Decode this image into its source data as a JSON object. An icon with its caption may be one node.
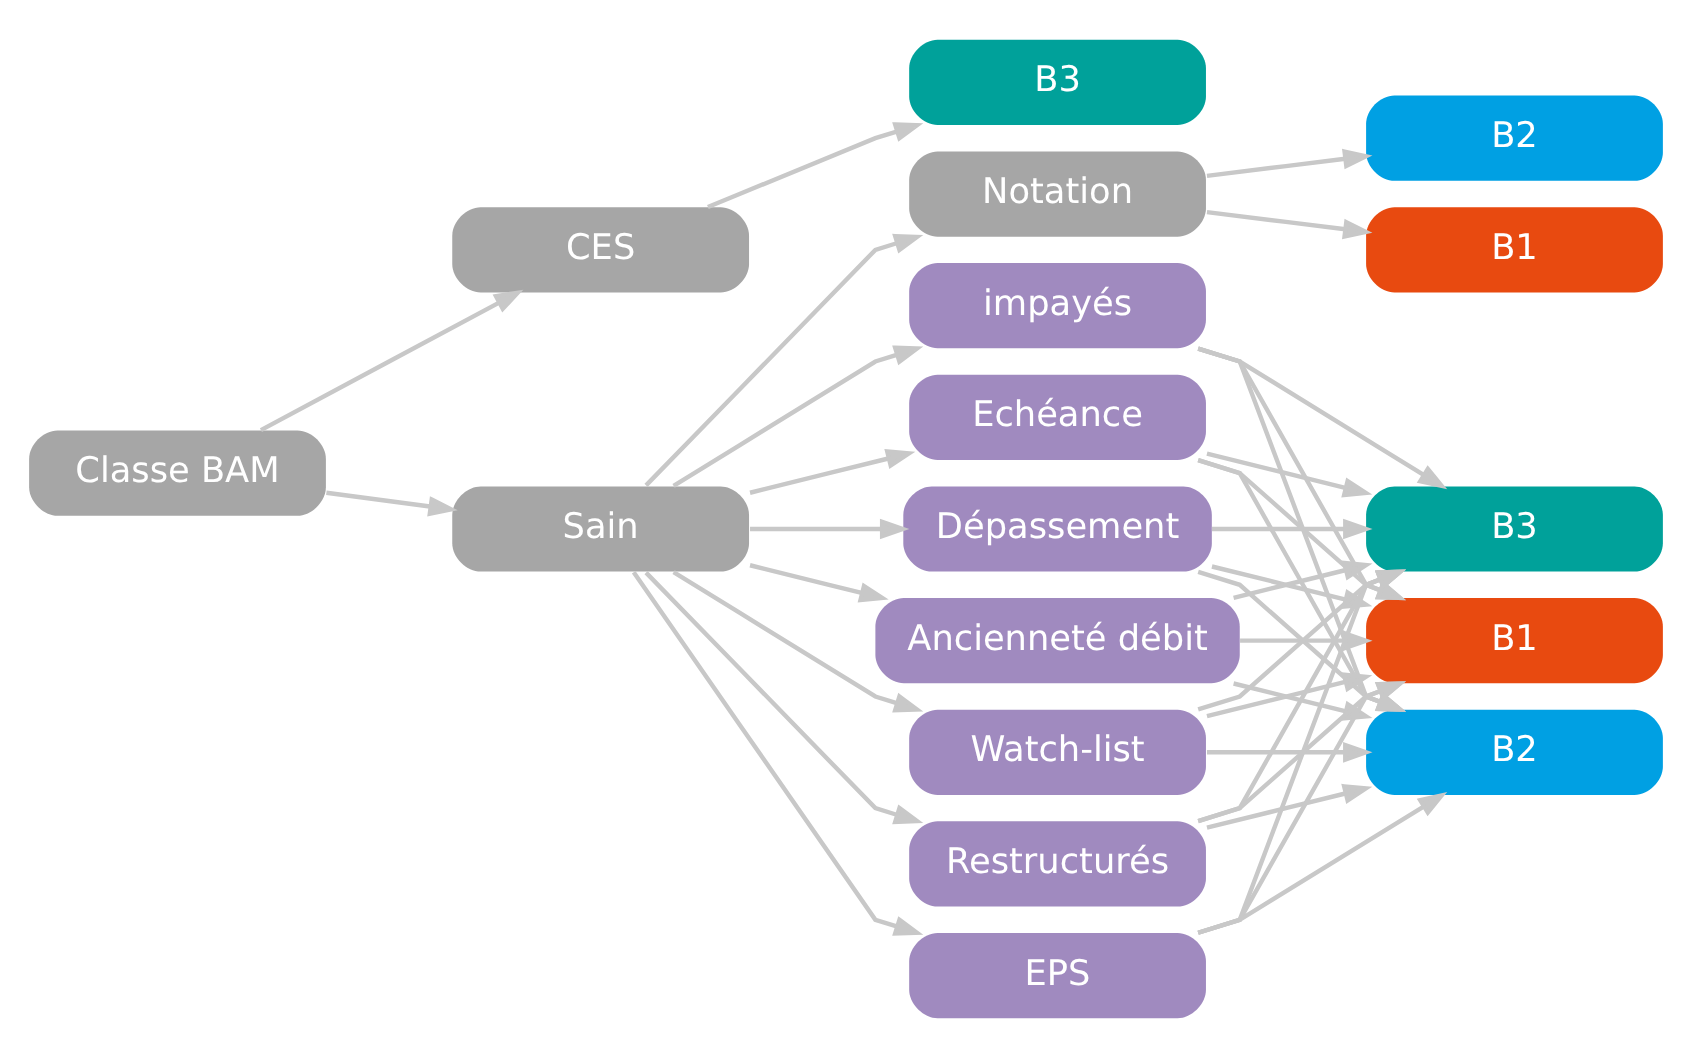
{
  "diagram": {
    "nodes": [
      {
        "text": [
          "Classe BAM"
        ]
      },
      {
        "text": [
          "CES"
        ]
      },
      {
        "text": [
          "B3"
        ]
      },
      {
        "text": [
          "Sain"
        ]
      },
      {
        "text": [
          "impayés"
        ]
      },
      {
        "text": [
          "Echéance"
        ]
      },
      {
        "text": [
          "Dépassement"
        ]
      },
      {
        "text": [
          "Ancienneté débit"
        ]
      },
      {
        "text": [
          "Watch-list"
        ]
      },
      {
        "text": [
          "Restructurés"
        ]
      },
      {
        "text": [
          "EPS"
        ]
      },
      {
        "text": [
          "B1"
        ]
      },
      {
        "text": [
          "B2"
        ]
      },
      {
        "text": [
          "B3"
        ]
      },
      {
        "text": [
          "Notation"
        ]
      },
      {
        "text": [
          "B1"
        ]
      },
      {
        "text": [
          "B2"
        ]
      }
    ],
    "edges": [
      {
        "from": 0,
        "to": 1,
        "arrow": "to"
      },
      {
        "from": 0,
        "to": 3,
        "arrow": "to"
      },
      {
        "from": 1,
        "to": 2,
        "arrow": "to"
      },
      {
        "from": 3,
        "to": 4,
        "arrow": "to"
      },
      {
        "from": 3,
        "to": 5,
        "arrow": "to"
      },
      {
        "from": 3,
        "to": 6,
        "arrow": "to"
      },
      {
        "from": 3,
        "to": 7,
        "arrow": "to"
      },
      {
        "from": 3,
        "to": 8,
        "arrow": "to"
      },
      {
        "from": 3,
        "to": 9,
        "arrow": "to"
      },
      {
        "from": 3,
        "to": 10,
        "arrow": "to"
      },
      {
        "from": 4,
        "to": 11,
        "arrow": "to"
      },
      {
        "from": 4,
        "to": 12,
        "arrow": "to"
      },
      {
        "from": 4,
        "to": 13,
        "arrow": "to"
      },
      {
        "from": 5,
        "to": 11,
        "arrow": "to"
      },
      {
        "from": 5,
        "to": 12,
        "arrow": "to"
      },
      {
        "from": 5,
        "to": 13,
        "arrow": "to"
      },
      {
        "from": 6,
        "to": 11,
        "arrow": "to"
      },
      {
        "from": 6,
        "to": 12,
        "arrow": "to"
      },
      {
        "from": 6,
        "to": 13,
        "arrow": "to"
      },
      {
        "from": 7,
        "to": 11,
        "arrow": "to"
      },
      {
        "from": 7,
        "to": 12,
        "arrow": "to"
      },
      {
        "from": 7,
        "to": 13,
        "arrow": "to"
      },
      {
        "from": 8,
        "to": 11,
        "arrow": "to"
      },
      {
        "from": 8,
        "to": 12,
        "arrow": "to"
      },
      {
        "from": 8,
        "to": 13,
        "arrow": "to"
      },
      {
        "from": 9,
        "to": 11,
        "arrow": "to"
      },
      {
        "from": 9,
        "to": 12,
        "arrow": "to"
      },
      {
        "from": 9,
        "to": 13,
        "arrow": "to"
      },
      {
        "from": 10,
        "to": 11,
        "arrow": "to"
      },
      {
        "from": 10,
        "to": 12,
        "arrow": "to"
      },
      {
        "from": 10,
        "to": 13,
        "arrow": "to"
      },
      {
        "from": 3,
        "to": 14,
        "arrow": "to"
      },
      {
        "from": 14,
        "to": 15,
        "arrow": "to"
      },
      {
        "from": 14,
        "to": 16,
        "arrow": "to"
      }
    ]
  }
}
